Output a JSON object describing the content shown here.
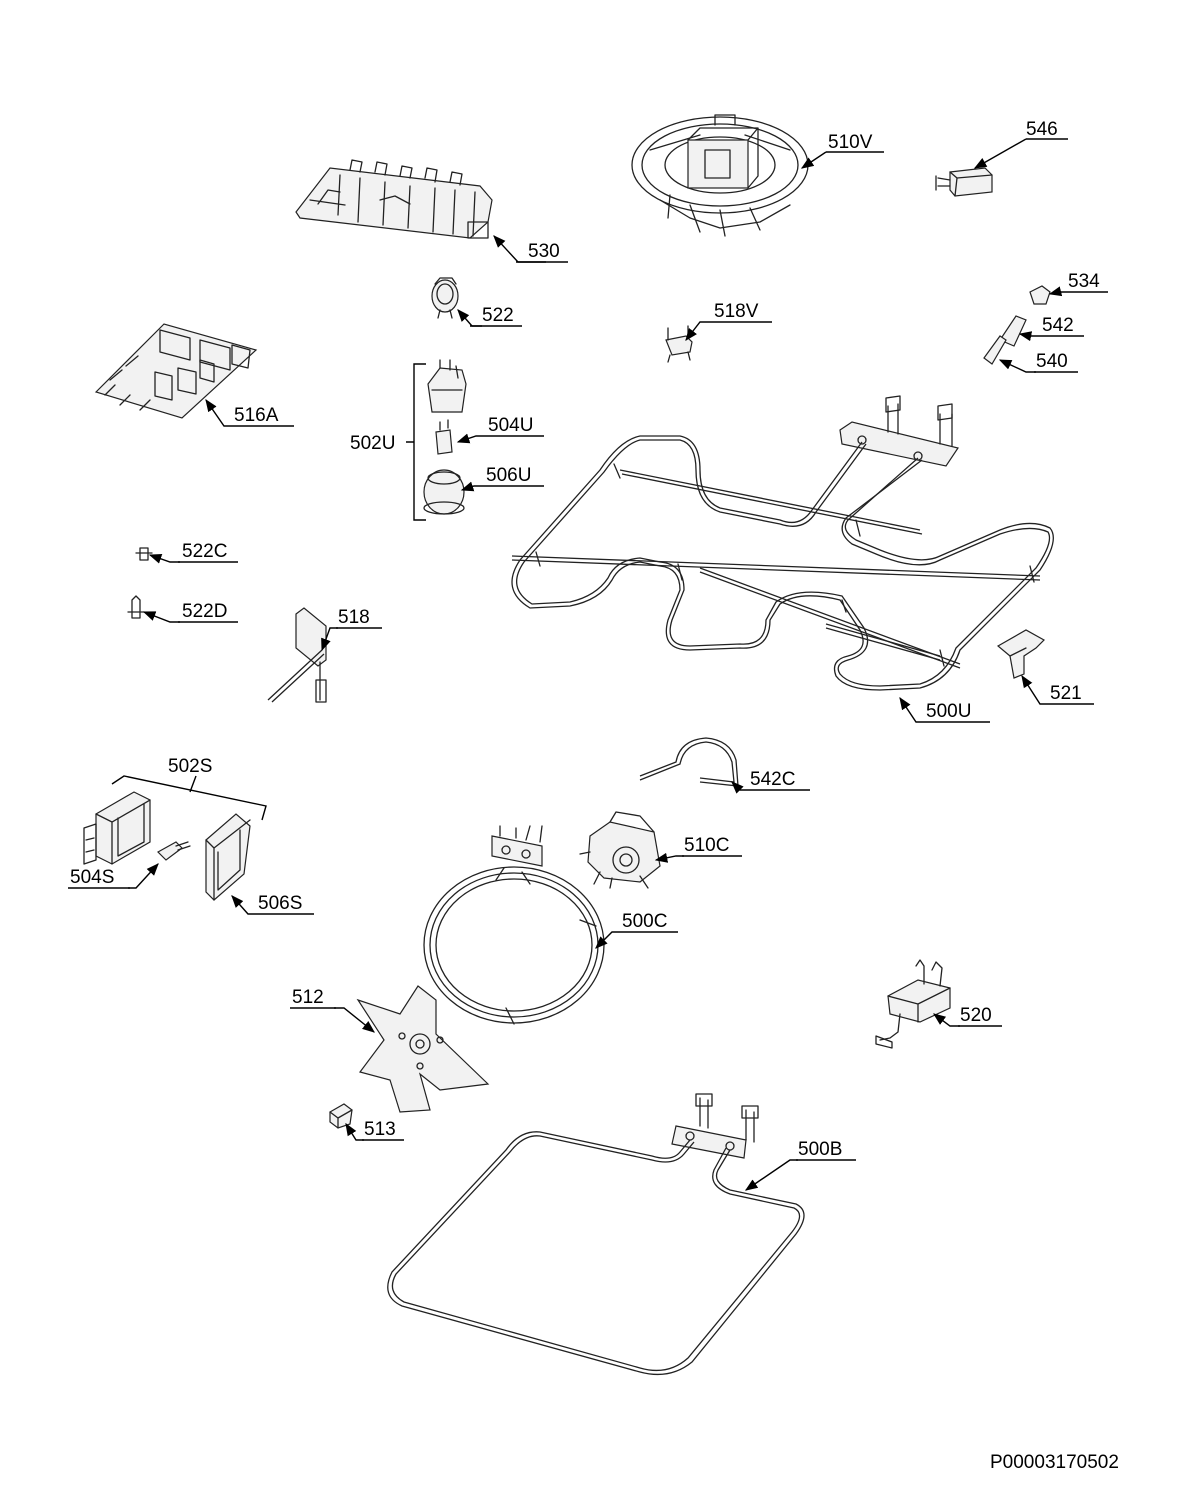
{
  "labels": {
    "p546": "546",
    "p510V": "510V",
    "p530": "530",
    "p522": "522",
    "p518V": "518V",
    "p534": "534",
    "p542": "542",
    "p540": "540",
    "p516A": "516A",
    "p502U": "502U",
    "p504U": "504U",
    "p506U": "506U",
    "p522C": "522C",
    "p522D": "522D",
    "p518": "518",
    "p521": "521",
    "p500U": "500U",
    "p542C": "542C",
    "p502S": "502S",
    "p510C": "510C",
    "p504S": "504S",
    "p506S": "506S",
    "p500C": "500C",
    "p512": "512",
    "p520": "520",
    "p513": "513",
    "p500B": "500B"
  },
  "document_id": "P00003170502"
}
